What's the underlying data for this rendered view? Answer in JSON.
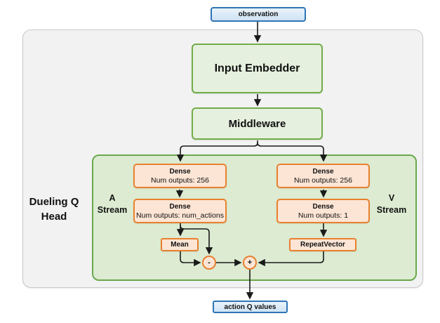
{
  "nodes": {
    "observation": {
      "label": "observation"
    },
    "input_embedder": {
      "label": "Input Embedder"
    },
    "middleware": {
      "label": "Middleware"
    },
    "dense_a1": {
      "title": "Dense",
      "subtitle": "Num outputs: 256"
    },
    "dense_a2": {
      "title": "Dense",
      "subtitle": "Num outputs: num_actions"
    },
    "dense_v1": {
      "title": "Dense",
      "subtitle": "Num outputs: 256"
    },
    "dense_v2": {
      "title": "Dense",
      "subtitle": "Num outputs: 1"
    },
    "mean": {
      "label": "Mean"
    },
    "repeat_vector": {
      "label": "RepeatVector"
    },
    "minus": {
      "label": "-"
    },
    "plus": {
      "label": "+"
    },
    "action_q_values": {
      "label": "action Q values"
    }
  },
  "labels": {
    "dueling_head": {
      "line1": "Dueling Q",
      "line2": "Head"
    },
    "a_stream": {
      "line1": "A",
      "line2": "Stream"
    },
    "v_stream": {
      "line1": "V",
      "line2": "Stream"
    }
  },
  "colors": {
    "blue_border": "#2e75b6",
    "blue_fill": "#dbe9f6",
    "green_border": "#70ad47",
    "green_fill": "#e6f0de",
    "stream_container_border": "#6aa84f",
    "stream_container_fill": "#dcebd1",
    "orange_border": "#e8802f",
    "orange_fill": "#fce5d5",
    "outer_container_fill": "#f2f2f2",
    "outer_container_border": "#c9c9c9",
    "arrow": "#1a1a1a"
  }
}
